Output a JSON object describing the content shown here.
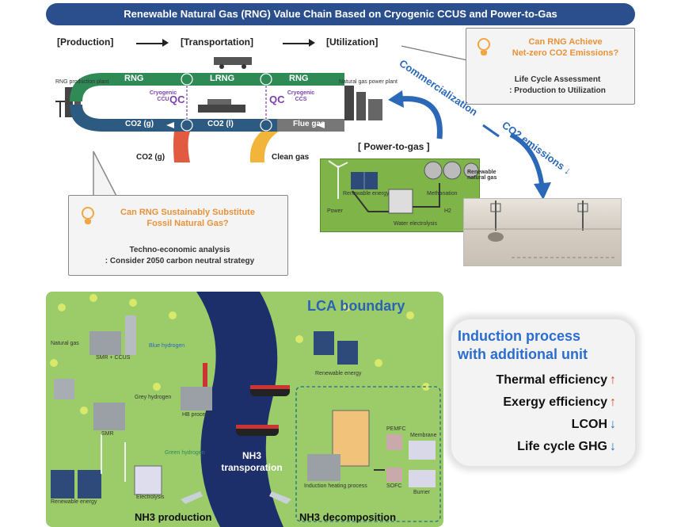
{
  "title": "Renewable Natural Gas (RNG) Value Chain Based on Cryogenic CCUS and Power-to-Gas",
  "stages": [
    "[Production]",
    "[Transportation]",
    "[Utilization]"
  ],
  "loop": {
    "top_labels": [
      "RNG",
      "LRNG",
      "RNG"
    ],
    "bottom_labels": [
      "CO2 (g)",
      "CO2 (l)",
      "Flue gas"
    ],
    "cryogenic_left": "Cryogenic CCU",
    "cryogenic_right": "Cryogenic CCS",
    "qc": "QC",
    "left_plant": "RNG production plant",
    "right_plant": "Natural gas power plant"
  },
  "outputs": {
    "co2": "CO2 (g)",
    "clean": "Clean gas"
  },
  "callout_top": {
    "question_line1": "Can RNG Achieve",
    "question_line2": "Net-zero CO2 Emissions?",
    "answer_line1": "Life Cycle Assessment",
    "answer_line2": ": Production to Utilization"
  },
  "callout_bottom": {
    "question_line1": "Can RNG Sustainably Substitute",
    "question_line2": "Fossil Natural Gas?",
    "answer_line1": "Techno-economic analysis",
    "answer_line2": ": Consider 2050 carbon neutral strategy"
  },
  "rotated": {
    "commercialization": "Commercialization",
    "co2_emissions": "CO2 emissions ↓"
  },
  "ptg": {
    "title": "[ Power-to-gas ]",
    "renewable": "Renewable natural gas",
    "power": "Power",
    "h2": "H2",
    "electrolysis": "Water electrolysis",
    "methanation": "Methanation",
    "solar": "Renewable energy"
  },
  "lca": {
    "title": "LCA boundary",
    "nh3_production": "NH3 production",
    "nh3_transport_line1": "NH3",
    "nh3_transport_line2": "transporation",
    "nh3_decomposition": "NH3 decomposition",
    "labels": [
      "SMR + CCUS",
      "Blue hydrogen",
      "Natural gas",
      "HB process",
      "Grey hydrogen",
      "SMR",
      "Green hydrogen",
      "Electrolysis",
      "Renewable energy",
      "Induction heating process",
      "PEMFC",
      "Membrane",
      "SOFC",
      "Burner",
      "Renewable energy"
    ]
  },
  "induction": {
    "title_line1": "Induction process",
    "title_line2": "with additional unit",
    "metrics": [
      {
        "label": "Thermal efficiency",
        "dir": "up"
      },
      {
        "label": "Exergy efficiency",
        "dir": "up"
      },
      {
        "label": "LCOH",
        "dir": "down"
      },
      {
        "label": "Life cycle GHG",
        "dir": "down"
      }
    ]
  },
  "colors": {
    "navy": "#2a4f8c",
    "loop_green": "#2f8a55",
    "loop_blue": "#2d5a80",
    "orange": "#e8923a",
    "blue": "#2b6dd0",
    "up_red": "#d9452b",
    "grass": "#9ccc6a"
  }
}
